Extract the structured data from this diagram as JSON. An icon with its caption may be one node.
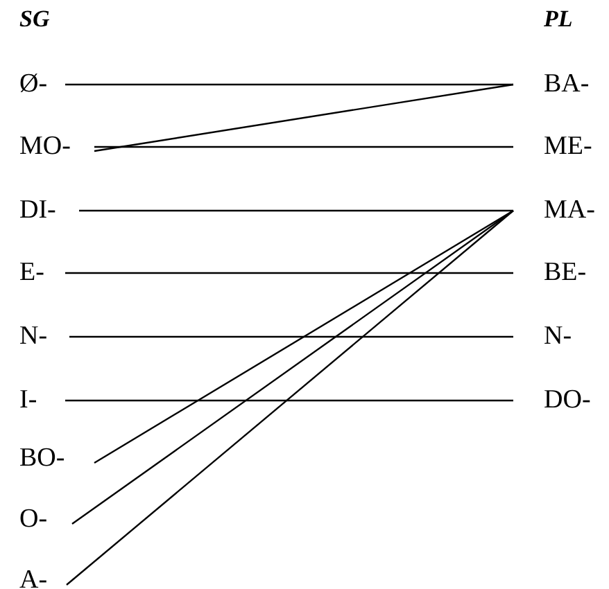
{
  "diagram": {
    "nodes": [
      {
        "text": [
          "Ø-"
        ]
      },
      {
        "text": [
          "MO-"
        ]
      },
      {
        "text": [
          "DI-"
        ]
      },
      {
        "text": [
          "E-"
        ]
      },
      {
        "text": [
          "N-"
        ]
      },
      {
        "text": [
          "I-"
        ]
      },
      {
        "text": [
          "BO-"
        ]
      },
      {
        "text": [
          "O-"
        ]
      },
      {
        "text": [
          "A-"
        ]
      },
      {
        "text": [
          "BA-"
        ]
      },
      {
        "text": [
          "ME-"
        ]
      },
      {
        "text": [
          "MA-"
        ]
      },
      {
        "text": [
          "BE-"
        ]
      },
      {
        "text": [
          "N-"
        ]
      },
      {
        "text": [
          "DO-"
        ]
      }
    ],
    "edges": [
      {
        "from": 0,
        "to": 9,
        "arrow": "none"
      },
      {
        "from": 1,
        "to": 9,
        "arrow": "none"
      },
      {
        "from": 1,
        "to": 10,
        "arrow": "none"
      },
      {
        "from": 2,
        "to": 11,
        "arrow": "none"
      },
      {
        "from": 3,
        "to": 12,
        "arrow": "none"
      },
      {
        "from": 4,
        "to": 13,
        "arrow": "none"
      },
      {
        "from": 5,
        "to": 14,
        "arrow": "none"
      },
      {
        "from": 6,
        "to": 11,
        "arrow": "none"
      },
      {
        "from": 7,
        "to": 11,
        "arrow": "none"
      },
      {
        "from": 8,
        "to": 11,
        "arrow": "none"
      }
    ],
    "labels": [
      "SG",
      "PL"
    ]
  }
}
